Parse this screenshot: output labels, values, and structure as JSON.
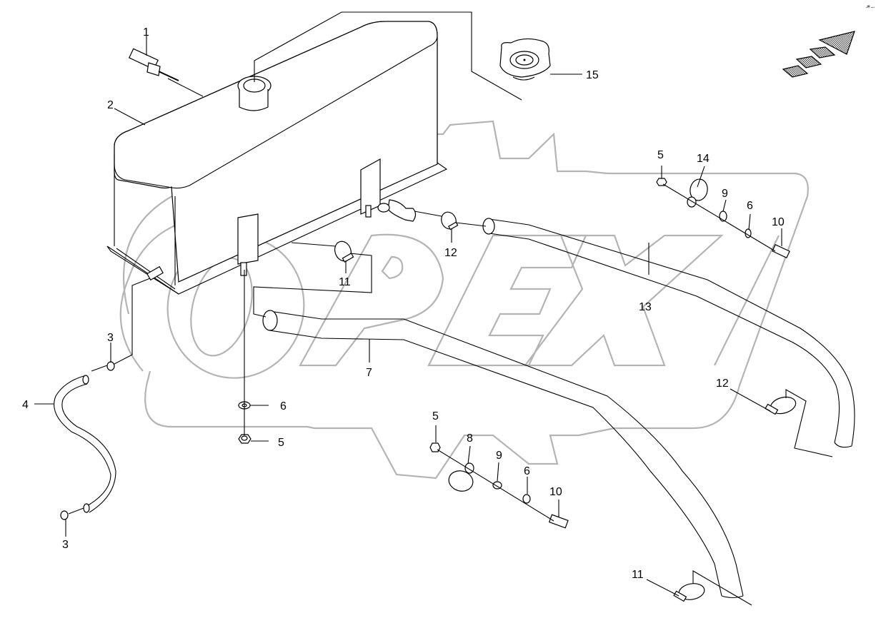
{
  "title": "Coolant expansion tank and hoses - parts diagram",
  "watermark": "OPEX",
  "corner_mark": "▪▀ ▪▪▪",
  "orientation_arrow": "direction-arrow",
  "callouts": [
    {
      "id": "c1",
      "number": "1",
      "part": "sensor"
    },
    {
      "id": "c2",
      "number": "2",
      "part": "expansion tank"
    },
    {
      "id": "c3a",
      "number": "3",
      "part": "clamp"
    },
    {
      "id": "c3b",
      "number": "3",
      "part": "clamp"
    },
    {
      "id": "c4",
      "number": "4",
      "part": "hose"
    },
    {
      "id": "c5a",
      "number": "5",
      "part": "nut"
    },
    {
      "id": "c5b",
      "number": "5",
      "part": "nut"
    },
    {
      "id": "c5c",
      "number": "5",
      "part": "nut"
    },
    {
      "id": "c6a",
      "number": "6",
      "part": "washer"
    },
    {
      "id": "c6b",
      "number": "6",
      "part": "washer"
    },
    {
      "id": "c6c",
      "number": "6",
      "part": "washer"
    },
    {
      "id": "c7",
      "number": "7",
      "part": "hose"
    },
    {
      "id": "c8",
      "number": "8",
      "part": "bracket clamp"
    },
    {
      "id": "c9a",
      "number": "9",
      "part": "washer"
    },
    {
      "id": "c9b",
      "number": "9",
      "part": "washer"
    },
    {
      "id": "c10a",
      "number": "10",
      "part": "bolt"
    },
    {
      "id": "c10b",
      "number": "10",
      "part": "bolt"
    },
    {
      "id": "c11a",
      "number": "11",
      "part": "hose clamp"
    },
    {
      "id": "c11b",
      "number": "11",
      "part": "hose clamp"
    },
    {
      "id": "c12a",
      "number": "12",
      "part": "hose clamp"
    },
    {
      "id": "c12b",
      "number": "12",
      "part": "hose clamp"
    },
    {
      "id": "c13",
      "number": "13",
      "part": "hose"
    },
    {
      "id": "c14",
      "number": "14",
      "part": "bracket clamp"
    },
    {
      "id": "c15",
      "number": "15",
      "part": "filler cap"
    }
  ]
}
